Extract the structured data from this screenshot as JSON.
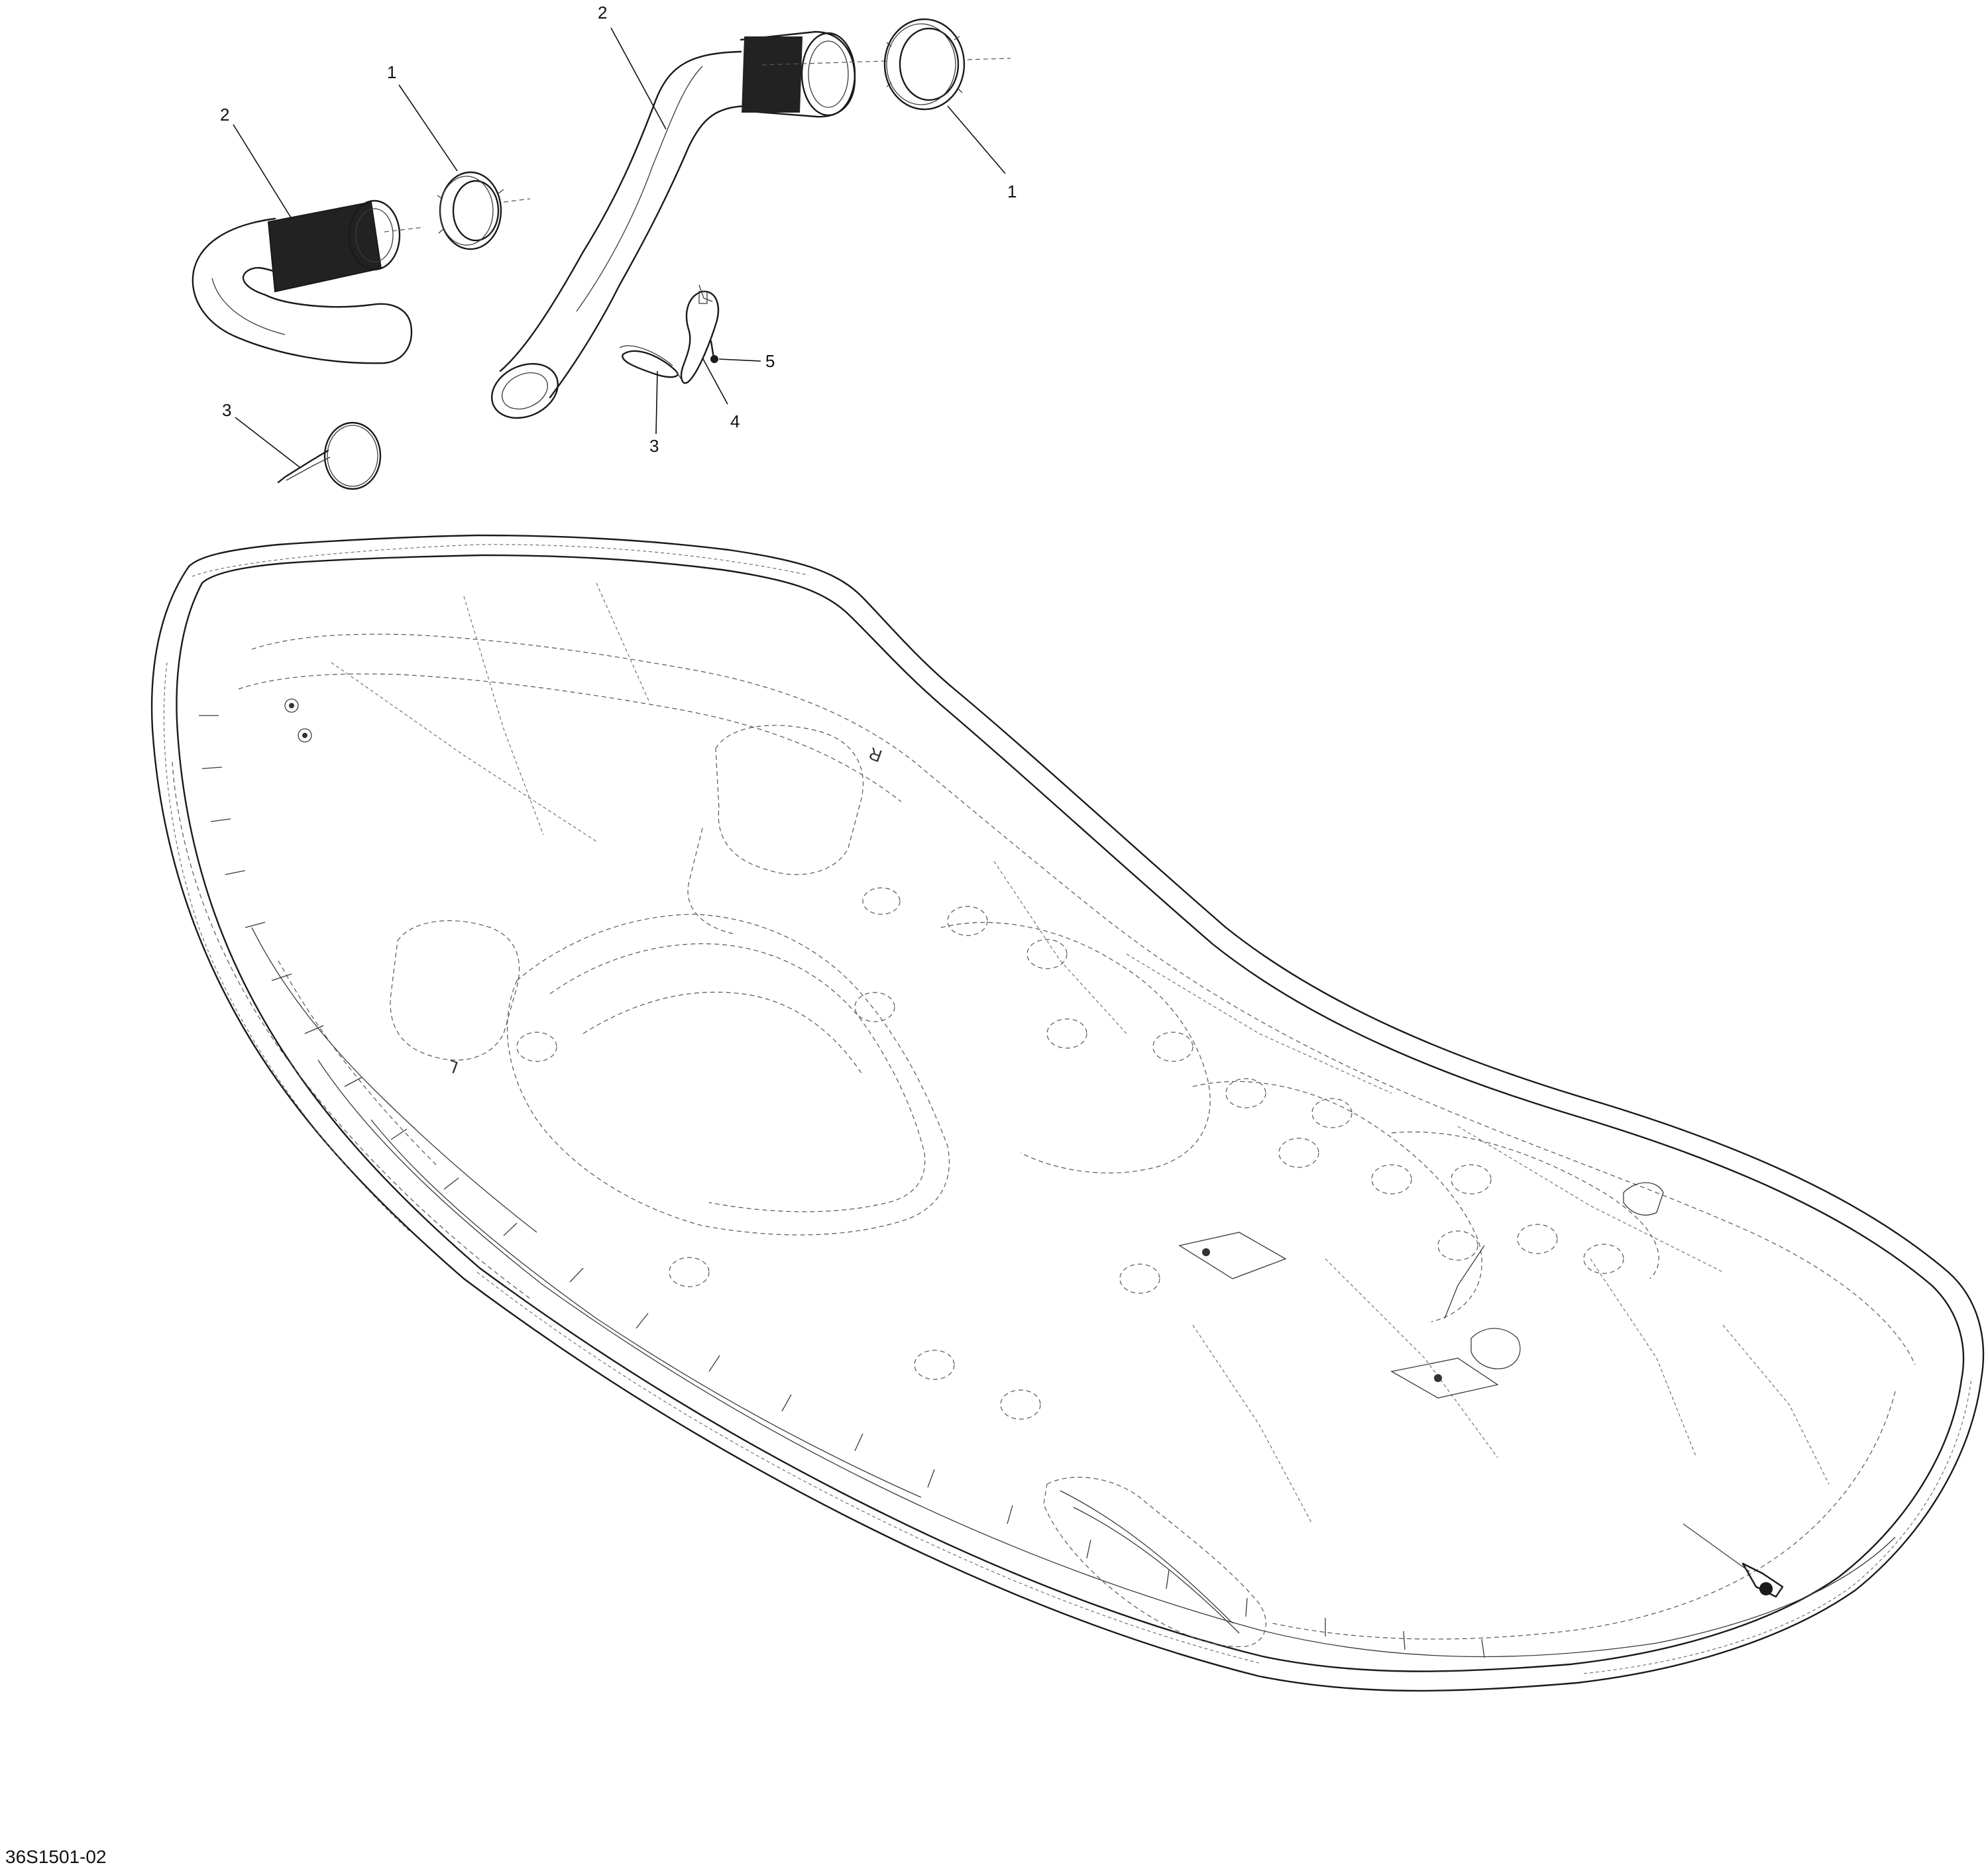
{
  "figure": {
    "reference_code": "36S1501-02",
    "callouts": [
      {
        "id": "c1a",
        "label": "1",
        "part": "clamp-ring"
      },
      {
        "id": "c2a",
        "label": "2",
        "part": "hose-upper"
      },
      {
        "id": "c1b",
        "label": "1",
        "part": "clamp-ring"
      },
      {
        "id": "c2b",
        "label": "2",
        "part": "hose-elbow"
      },
      {
        "id": "c3a",
        "label": "3",
        "part": "gear-clamp"
      },
      {
        "id": "c3b",
        "label": "3",
        "part": "cable-tie"
      },
      {
        "id": "c4",
        "label": "4",
        "part": "strap-clip"
      },
      {
        "id": "c5",
        "label": "5",
        "part": "screw"
      }
    ]
  },
  "colors": {
    "line": "#1a1a1a",
    "hidden_line": "#555555",
    "background": "#ffffff"
  }
}
